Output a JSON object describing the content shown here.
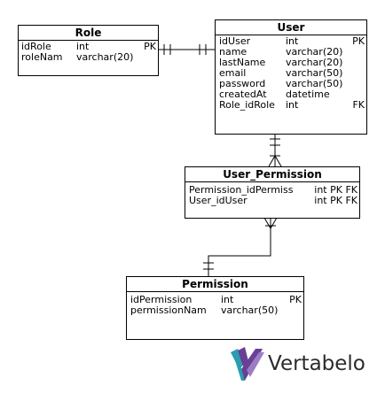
{
  "entities": {
    "role": {
      "title": "Role",
      "columns": [
        {
          "name": "idRole",
          "type": "int",
          "key": "PK"
        },
        {
          "name": "roleNam",
          "type": "varchar(20)",
          "key": ""
        }
      ]
    },
    "user": {
      "title": "User",
      "columns": [
        {
          "name": "idUser",
          "type": "int",
          "key": "PK"
        },
        {
          "name": "name",
          "type": "varchar(20)",
          "key": ""
        },
        {
          "name": "lastName",
          "type": "varchar(20)",
          "key": ""
        },
        {
          "name": "email",
          "type": "varchar(50)",
          "key": ""
        },
        {
          "name": "password",
          "type": "varchar(50)",
          "key": ""
        },
        {
          "name": "createdAt",
          "type": "datetime",
          "key": ""
        },
        {
          "name": "Role_idRole",
          "type": "int",
          "key": "FK"
        }
      ]
    },
    "user_permission": {
      "title": "User_Permission",
      "columns": [
        {
          "name": "Permission_idPermiss",
          "type": "",
          "key": "int PK FK"
        },
        {
          "name": "User_idUser",
          "type": "",
          "key": "int PK FK"
        }
      ]
    },
    "permission": {
      "title": "Permission",
      "columns": [
        {
          "name": "idPermission",
          "type": "int",
          "key": "PK"
        },
        {
          "name": "permissionNam",
          "type": "varchar(50)",
          "key": ""
        }
      ]
    }
  },
  "logo": {
    "text": "Vertabelo",
    "colors": {
      "teal": "#2a9db0",
      "purple": "#6a3f96",
      "light_purple": "#9b7dc4"
    }
  }
}
